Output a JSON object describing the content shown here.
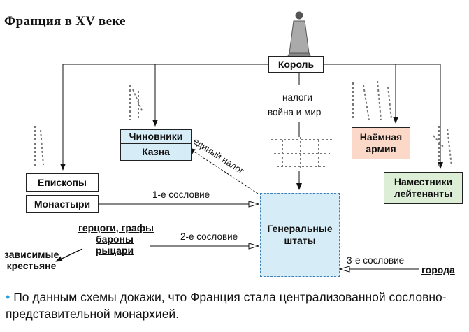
{
  "title": "Франция в XV веке",
  "nodes": {
    "king": "Король",
    "officials": "Чиновники",
    "treasury": "Казна",
    "bishops": "Епископы",
    "monasteries": "Монастыри",
    "army_line1": "Наёмная",
    "army_line2": "армия",
    "governors_line1": "Наместники",
    "governors_line2": "лейтенанты",
    "estates_line1": "Генеральные",
    "estates_line2": "штаты"
  },
  "labels": {
    "taxes": "налоги",
    "war_peace": "война и мир",
    "single_tax": "единый налог",
    "first_estate": "1-е сословие",
    "second_estate": "2-е сословие",
    "third_estate": "3-е сословие",
    "nobles_line1": "герцоги, графы",
    "nobles_line2": "бароны",
    "nobles_line3": "рыцари",
    "peasants_line1": "зависимые",
    "peasants_line2": "крестьяне",
    "towns": "города"
  },
  "question": "По данным схемы докажи, что Франция стала централизованной сословно-представительной монархией.",
  "colors": {
    "officials_fill": "#d6ecf7",
    "army_fill": "#fbd8c8",
    "governors_fill": "#dcefd6",
    "estates_fill": "#d6ecf7",
    "estates_border": "#3a7fb5",
    "bullet": "#2aa0d8"
  }
}
